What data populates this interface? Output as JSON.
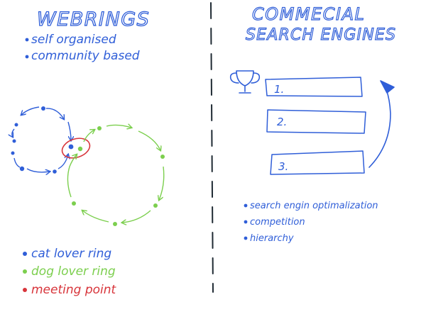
{
  "colors": {
    "ink_blue": "#2f5ed8",
    "ink_green": "#7ccf4e",
    "ink_red": "#d8343a",
    "ink_black": "#1f2a33",
    "background": "#ffffff"
  },
  "left": {
    "title": "WEBRINGS",
    "bullets": [
      "self organised",
      "community based"
    ],
    "legend": [
      {
        "label": "cat lover ring",
        "color": "#2f5ed8"
      },
      {
        "label": "dog lover ring",
        "color": "#7ccf4e"
      },
      {
        "label": "meeting point",
        "color": "#d8343a"
      }
    ],
    "rings_icon": "two-webrings-diagram"
  },
  "right": {
    "title_line1": "COMMECIAL",
    "title_line2": "SEARCH ENGINES",
    "trophy_icon": "trophy-icon",
    "arrow_icon": "upward-arrow-icon",
    "ranks": [
      "1.",
      "2.",
      "3."
    ],
    "bullets": [
      "search engin optimalization",
      "competition",
      "hierarchy"
    ]
  }
}
